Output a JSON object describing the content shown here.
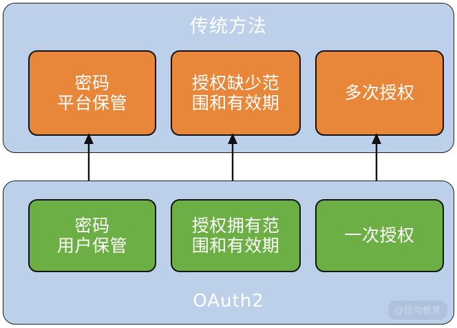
{
  "diagram": {
    "title_top": "传统方法",
    "title_bottom": "OAuth2",
    "watermark": "@拉勾教育",
    "colors": {
      "panel": "#BDD0EA",
      "traditional_box": "#E8873A",
      "oauth2_box": "#6CAF44",
      "border": "#111111",
      "text": "#FFFFFF",
      "background": "#FFFFFF"
    },
    "panels": [
      {
        "name": "traditional",
        "label": "传统方法",
        "label_position": "top",
        "box_color": "#E8873A",
        "items": [
          {
            "text": "密码\n平台保管"
          },
          {
            "text": "授权缺少范\n围和有效期"
          },
          {
            "text": "多次授权"
          }
        ]
      },
      {
        "name": "oauth2",
        "label": "OAuth2",
        "label_position": "bottom",
        "box_color": "#6CAF44",
        "items": [
          {
            "text": "密码\n用户保管"
          },
          {
            "text": "授权拥有范\n围和有效期"
          },
          {
            "text": "一次授权"
          }
        ]
      }
    ],
    "connectors": [
      {
        "from": "密码\n平台保管",
        "to": "密码\n用户保管",
        "style": "double-arrow-vertical"
      },
      {
        "from": "授权缺少范\n围和有效期",
        "to": "授权拥有范\n围和有效期",
        "style": "double-arrow-vertical"
      },
      {
        "from": "多次授权",
        "to": "一次授权",
        "style": "double-arrow-vertical"
      }
    ]
  }
}
